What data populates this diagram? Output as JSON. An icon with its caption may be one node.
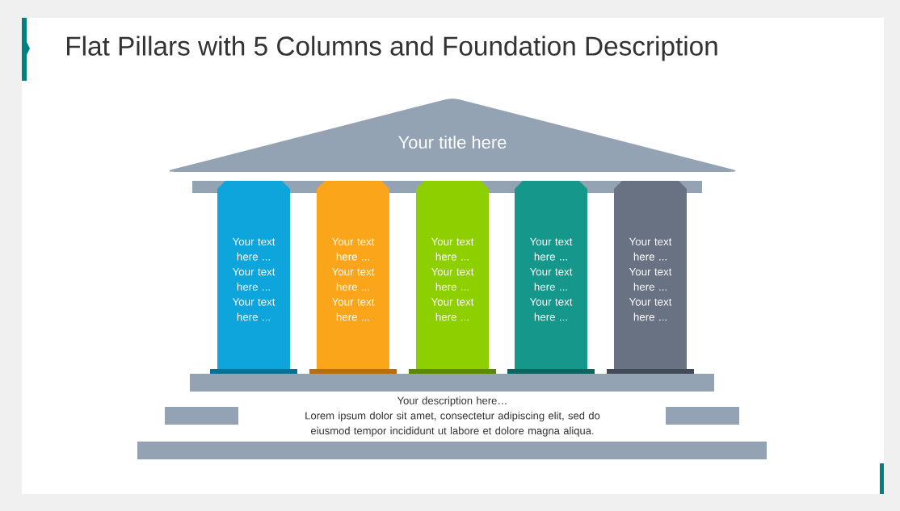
{
  "diagram": {
    "title": "Flat Pillars with 5 Columns and Foundation Description",
    "nodes": [
      {
        "text": [
          "Your title here"
        ]
      },
      {
        "text": [],
        "shape": "bar"
      },
      {
        "text": [
          "Your text here ... Your text here ... Your text here ..."
        ]
      },
      {
        "text": [
          "Your text here ... Your text here ... Your text here ..."
        ]
      },
      {
        "text": [
          "Your text here ... Your text here ... Your text here ..."
        ]
      },
      {
        "text": [
          "Your text here ... Your text here ... Your text here ..."
        ]
      },
      {
        "text": [
          "Your text here ... Your text here ... Your text here ..."
        ]
      },
      {
        "text": [],
        "shape": "bar"
      },
      {
        "text": [],
        "shape": "bar"
      },
      {
        "text": [
          "Your description here…",
          "Lorem ipsum dolor sit amet, consectetur adipiscing elit, sed do eiusmod tempor incididunt ut labore et dolore magna aliqua."
        ]
      },
      {
        "text": [],
        "shape": "bar"
      },
      {
        "text": [],
        "shape": "bar"
      }
    ],
    "edges": []
  }
}
